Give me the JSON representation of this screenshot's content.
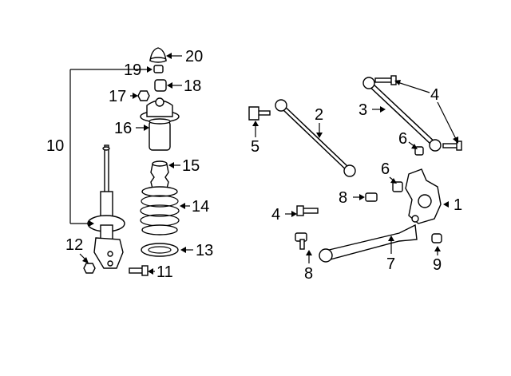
{
  "diagram": {
    "callouts": [
      "20",
      "19",
      "18",
      "17",
      "16",
      "15",
      "14",
      "13",
      "12",
      "11",
      "10",
      "2",
      "3",
      "4",
      "5",
      "6",
      "6",
      "1",
      "8",
      "4",
      "7",
      "8",
      "9"
    ]
  }
}
